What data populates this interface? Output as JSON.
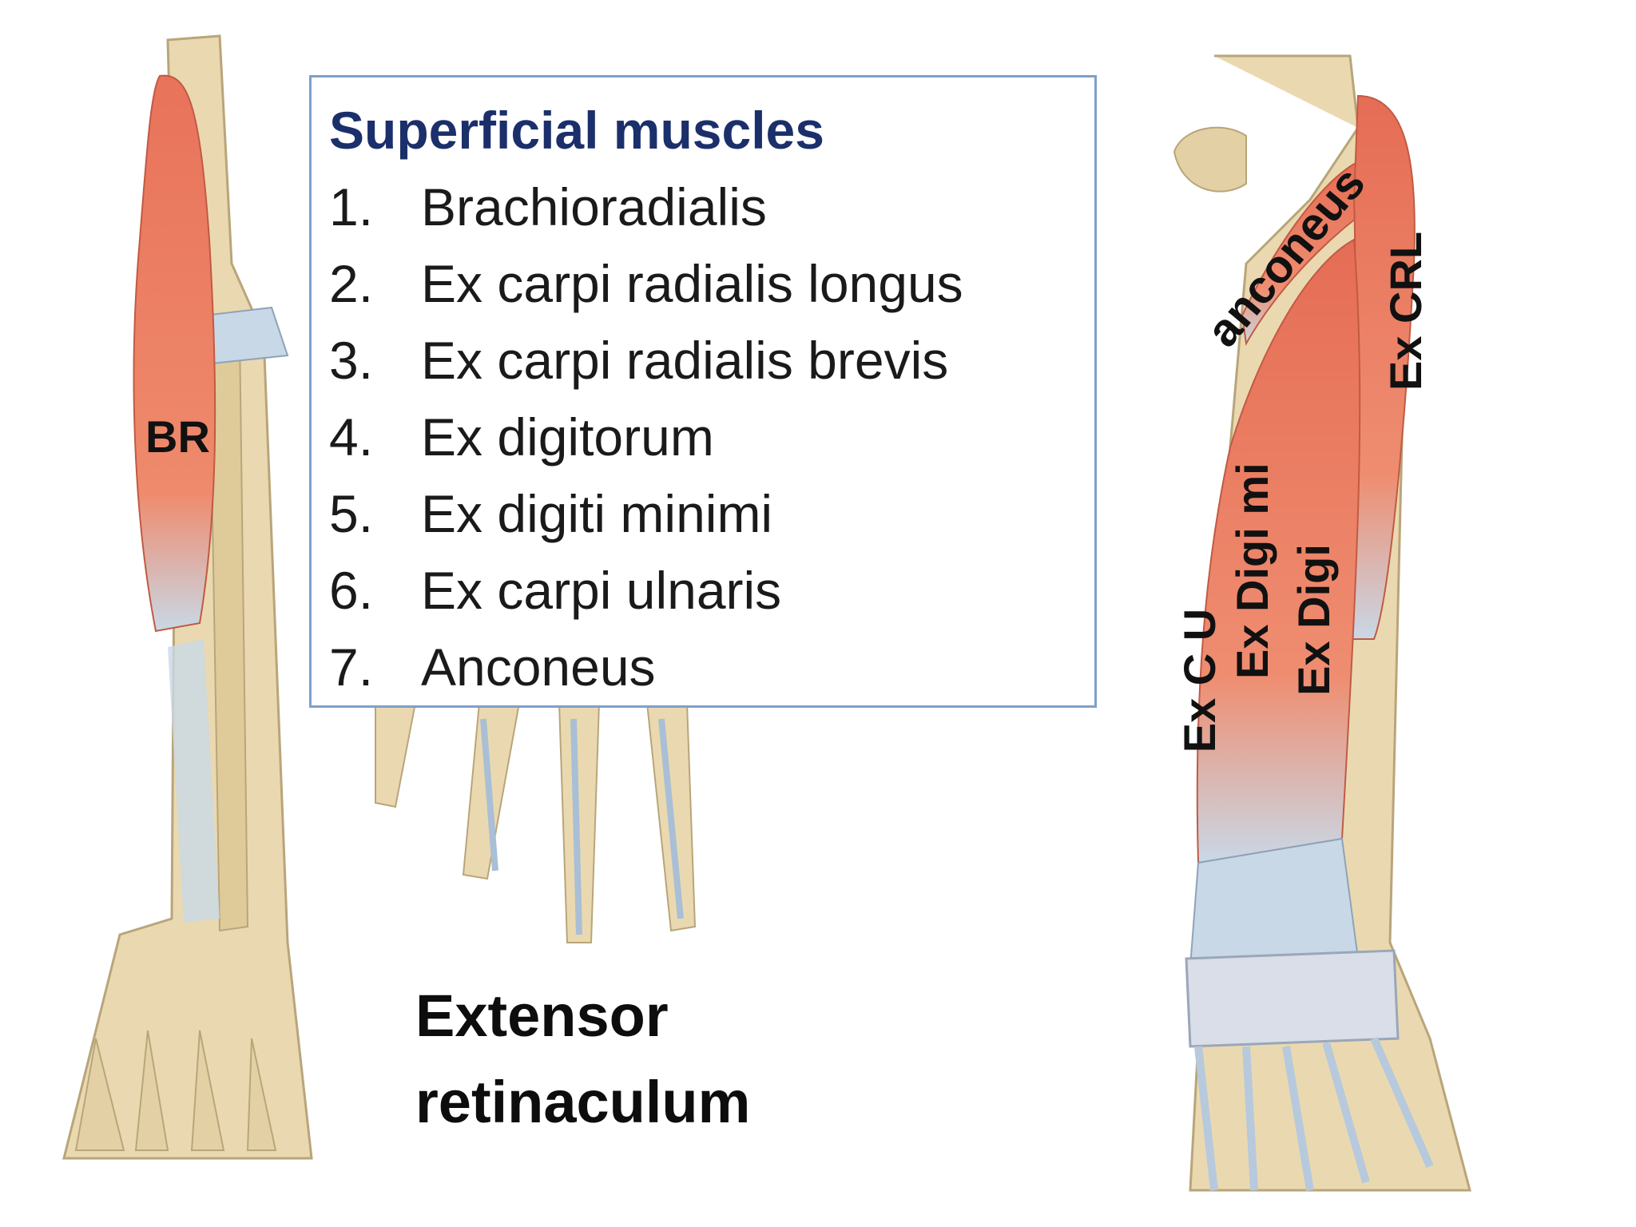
{
  "box": {
    "title": "Superficial muscles",
    "items": [
      {
        "num": "1.",
        "label": "Brachioradialis"
      },
      {
        "num": "2.",
        "label": "Ex carpi radialis longus"
      },
      {
        "num": "3.",
        "label": "Ex carpi radialis brevis"
      },
      {
        "num": "4.",
        "label": "Ex digitorum"
      },
      {
        "num": "5.",
        "label": "Ex digiti minimi"
      },
      {
        "num": "6.",
        "label": "Ex carpi ulnaris"
      },
      {
        "num": "7.",
        "label": "Anconeus"
      }
    ]
  },
  "labels": {
    "br": "BR",
    "anconeus": "anconeus",
    "ex_crl": "Ex CRL",
    "ex_digi_mi": "Ex Digi mi",
    "ex_digi": "Ex Digi",
    "ex_cu": "Ex C U"
  },
  "caption": {
    "line1": "Extensor",
    "line2": "retinaculum"
  },
  "colors": {
    "muscle": "#e8735a",
    "bone": "#ead9b0",
    "tendon": "#c7d6e6",
    "box_border": "#7f9fcd",
    "title": "#1b2f6b"
  }
}
